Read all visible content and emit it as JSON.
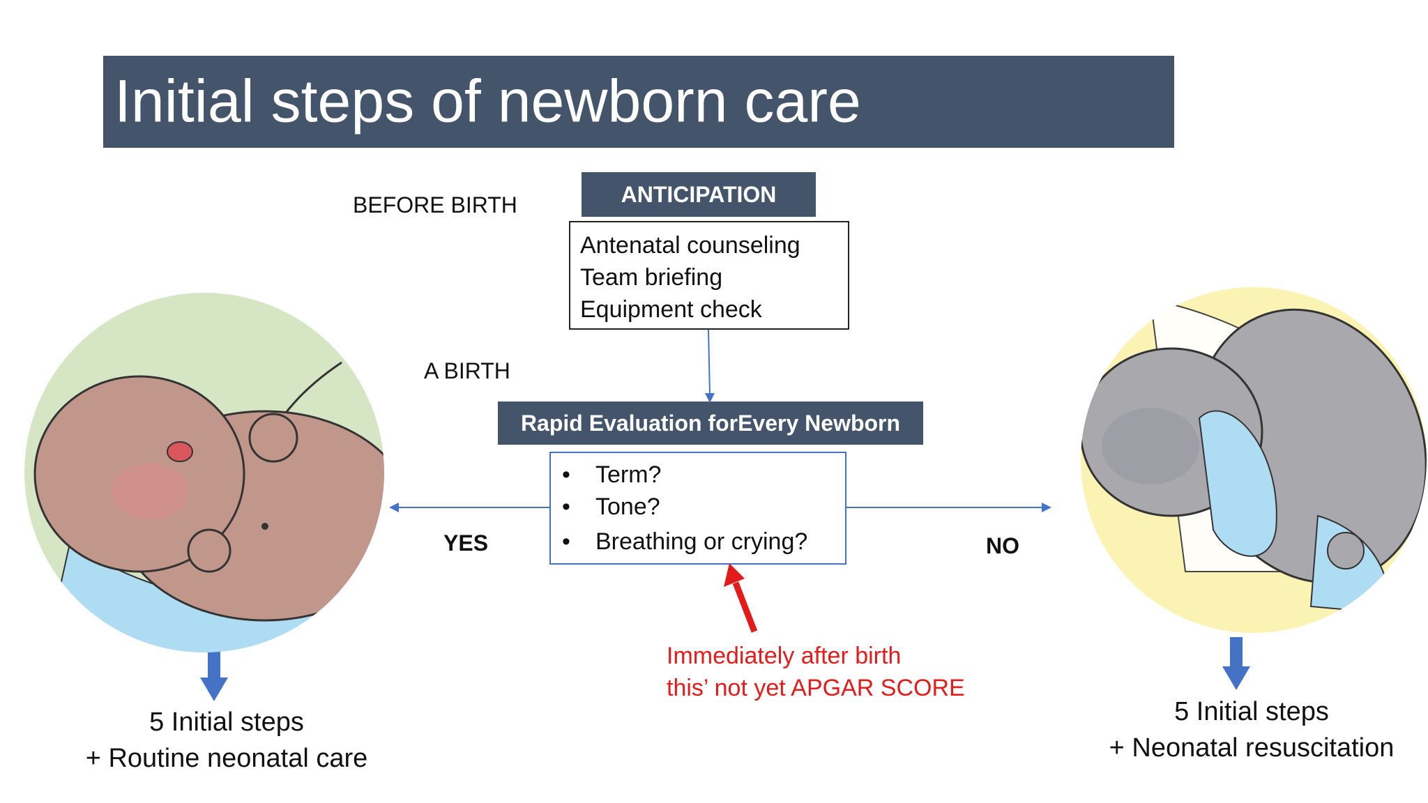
{
  "title": "Initial steps of newborn care",
  "labels": {
    "before_birth": "BEFORE BIRTH",
    "a_birth": "A BIRTH",
    "yes": "YES",
    "no": "NO"
  },
  "anticipation": {
    "header": "ANTICIPATION",
    "items": [
      "Antenatal counseling",
      "Team briefing",
      "Equipment check"
    ]
  },
  "evaluation": {
    "header": "Rapid Evaluation forEvery Newborn",
    "bullet": "•",
    "items": [
      "Term?",
      "Tone?",
      "Breathing or crying?"
    ]
  },
  "note": {
    "line1": "Immediately after birth",
    "line2": "this’ not yet APGAR SCORE"
  },
  "outcomes": {
    "yes": {
      "line1": "5 Initial steps",
      "line2": "+ Routine neonatal care"
    },
    "no": {
      "line1": "5 Initial steps",
      "line2": "+ Neonatal resuscitation"
    }
  },
  "colors": {
    "header_fill": "#44546a",
    "connector_blue": "#4472c4",
    "arrow_blue": "#4472c4",
    "note_red": "#e21b1b",
    "left_circle": "#d6e6c4",
    "right_circle": "#fbf3b4",
    "skin_left": "#c1978c",
    "skin_right": "#a9a9ad",
    "glove_blue": "#aedcf3"
  }
}
